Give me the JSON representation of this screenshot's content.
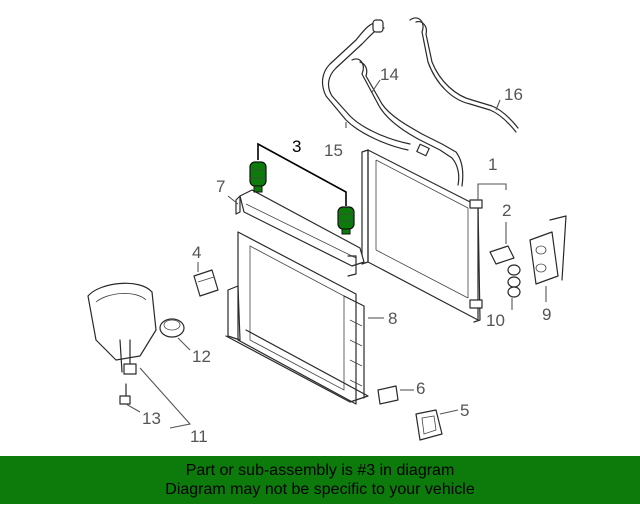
{
  "callouts": {
    "c1": "1",
    "c2": "2",
    "c3": "3",
    "c4": "4",
    "c5": "5",
    "c6": "6",
    "c7": "7",
    "c8": "8",
    "c9": "9",
    "c10": "10",
    "c11": "11",
    "c12": "12",
    "c13": "13",
    "c14": "14",
    "c15": "15",
    "c16": "16"
  },
  "banner": {
    "line1": "Part or sub-assembly is #3 in diagram",
    "line2": "Diagram may not be specific to your vehicle"
  },
  "colors": {
    "highlight": "#0c7b0c",
    "banner_bg": "#0c7b0c"
  }
}
